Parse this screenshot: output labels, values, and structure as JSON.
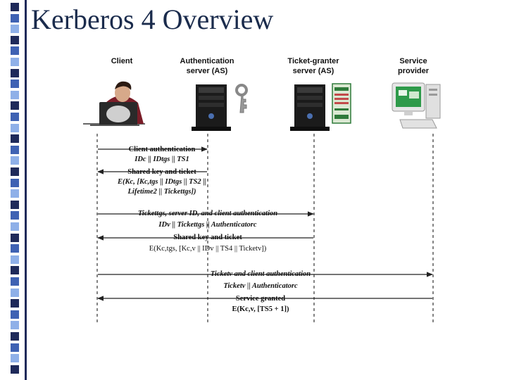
{
  "slide": {
    "title": "Kerberos 4 Overview"
  },
  "actors": [
    {
      "label_1": "Client",
      "label_2": ""
    },
    {
      "label_1": "Authentication",
      "label_2": "server (AS)"
    },
    {
      "label_1": "Ticket-granter",
      "label_2": "server (AS)"
    },
    {
      "label_1": "Service",
      "label_2": "provider"
    }
  ],
  "messages": [
    {
      "direction": "right",
      "from": "Client",
      "to": "Authentication server (AS)",
      "title": "Client authentication",
      "detail_1": "IDc || IDtgs || TS1",
      "detail_2": ""
    },
    {
      "direction": "left",
      "from": "Authentication server (AS)",
      "to": "Client",
      "title": "Shared key and ticket",
      "detail_1": "E(Kc, [Kc,tgs || IDtgs || TS2 ||",
      "detail_2": "Lifetime2 || Tickettgs])"
    },
    {
      "direction": "right",
      "from": "Client",
      "to": "Ticket-granter server (AS)",
      "title": "Tickettgs, server ID, and client authentication",
      "detail_1": "IDv || Tickettgs || Authenticatorc",
      "detail_2": ""
    },
    {
      "direction": "left",
      "from": "Ticket-granter server (AS)",
      "to": "Client",
      "title": "Shared key and ticket",
      "detail_1": "E(Kc,tgs, [Kc,v || IDv || TS4 || Ticketv])",
      "detail_2": ""
    },
    {
      "direction": "right",
      "from": "Client",
      "to": "Service provider",
      "title": "Ticketv and client authentication",
      "detail_1": "Ticketv || Authenticatorc",
      "detail_2": ""
    },
    {
      "direction": "left",
      "from": "Service provider",
      "to": "Client",
      "title": "Service granted",
      "detail_1": "E(Kc,v, [TS5 + 1])",
      "detail_2": ""
    }
  ],
  "colors": {
    "title": "#1a2b4c",
    "sidebar_rail": "#1f2a5a",
    "sidebar_squares": [
      "#1f2a5a",
      "#3f62b3",
      "#8fb0e8"
    ],
    "arrows": "#222222",
    "monitor_green": "#2e9a4a"
  },
  "icons": {
    "client": "person-at-laptop-icon",
    "as": "server-tower-icon",
    "as_key": "key-icon",
    "tgs": "server-tower-icon",
    "ticket": "ticket-icon",
    "service": "desktop-computer-icon"
  }
}
